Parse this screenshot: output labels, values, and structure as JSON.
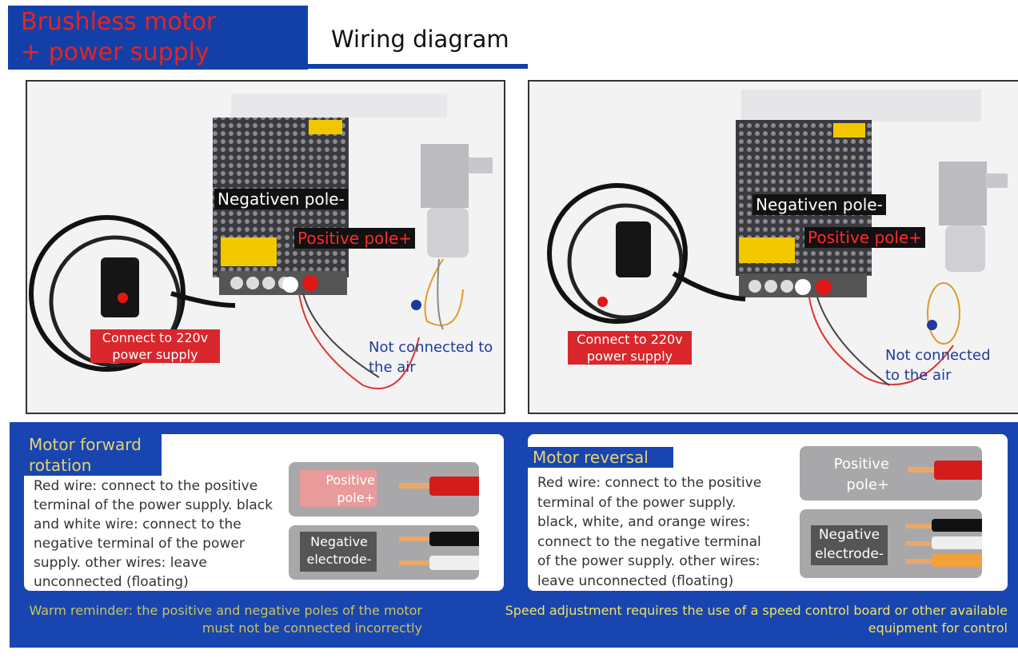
{
  "header": {
    "title_line1": "Brushless motor",
    "title_line2": "+ power supply",
    "subtitle": "Wiring diagram"
  },
  "left_photo": {
    "negative_label": "Negativen pole-",
    "positive_label": "Positive pole+",
    "power_label": "Connect to 220v power supply",
    "air_label_line1": "Not connected to",
    "air_label_line2": "the air"
  },
  "right_photo": {
    "negative_label": "Negativen pole-",
    "positive_label": "Positive pole+",
    "power_label": "Connect to 220v power supply",
    "air_label_line1": "Not connected",
    "air_label_line2": "to the air"
  },
  "forward": {
    "title": "Motor forward rotation",
    "text": "Red wire: connect to the positive terminal of the power supply. black and white wire: connect to the negative terminal of the power supply. other wires: leave unconnected (floating)",
    "positive_label": "Positive pole+",
    "negative_label": "Negative electrode-"
  },
  "reversal": {
    "title": "Motor reversal",
    "text": "Red wire: connect to the positive terminal of the power supply. black, white, and orange wires: connect to the negative terminal of the power supply. other wires: leave unconnected (floating)",
    "positive_label": "Positive pole+",
    "negative_label": "Negative electrode-"
  },
  "footer": {
    "left": "Warm reminder: the positive and negative poles of the motor must not be connected incorrectly",
    "right": "Speed adjustment requires the use of a speed control board or other available equipment for control"
  },
  "colors": {
    "brand_blue": "#1845b0",
    "title_red": "#e8231f",
    "tab_yellow": "#e6d46a",
    "footer_left": "#c9c35a",
    "footer_right": "#f2e35c",
    "label_red": "#d9272c",
    "note_blue": "#1e3a9e"
  }
}
